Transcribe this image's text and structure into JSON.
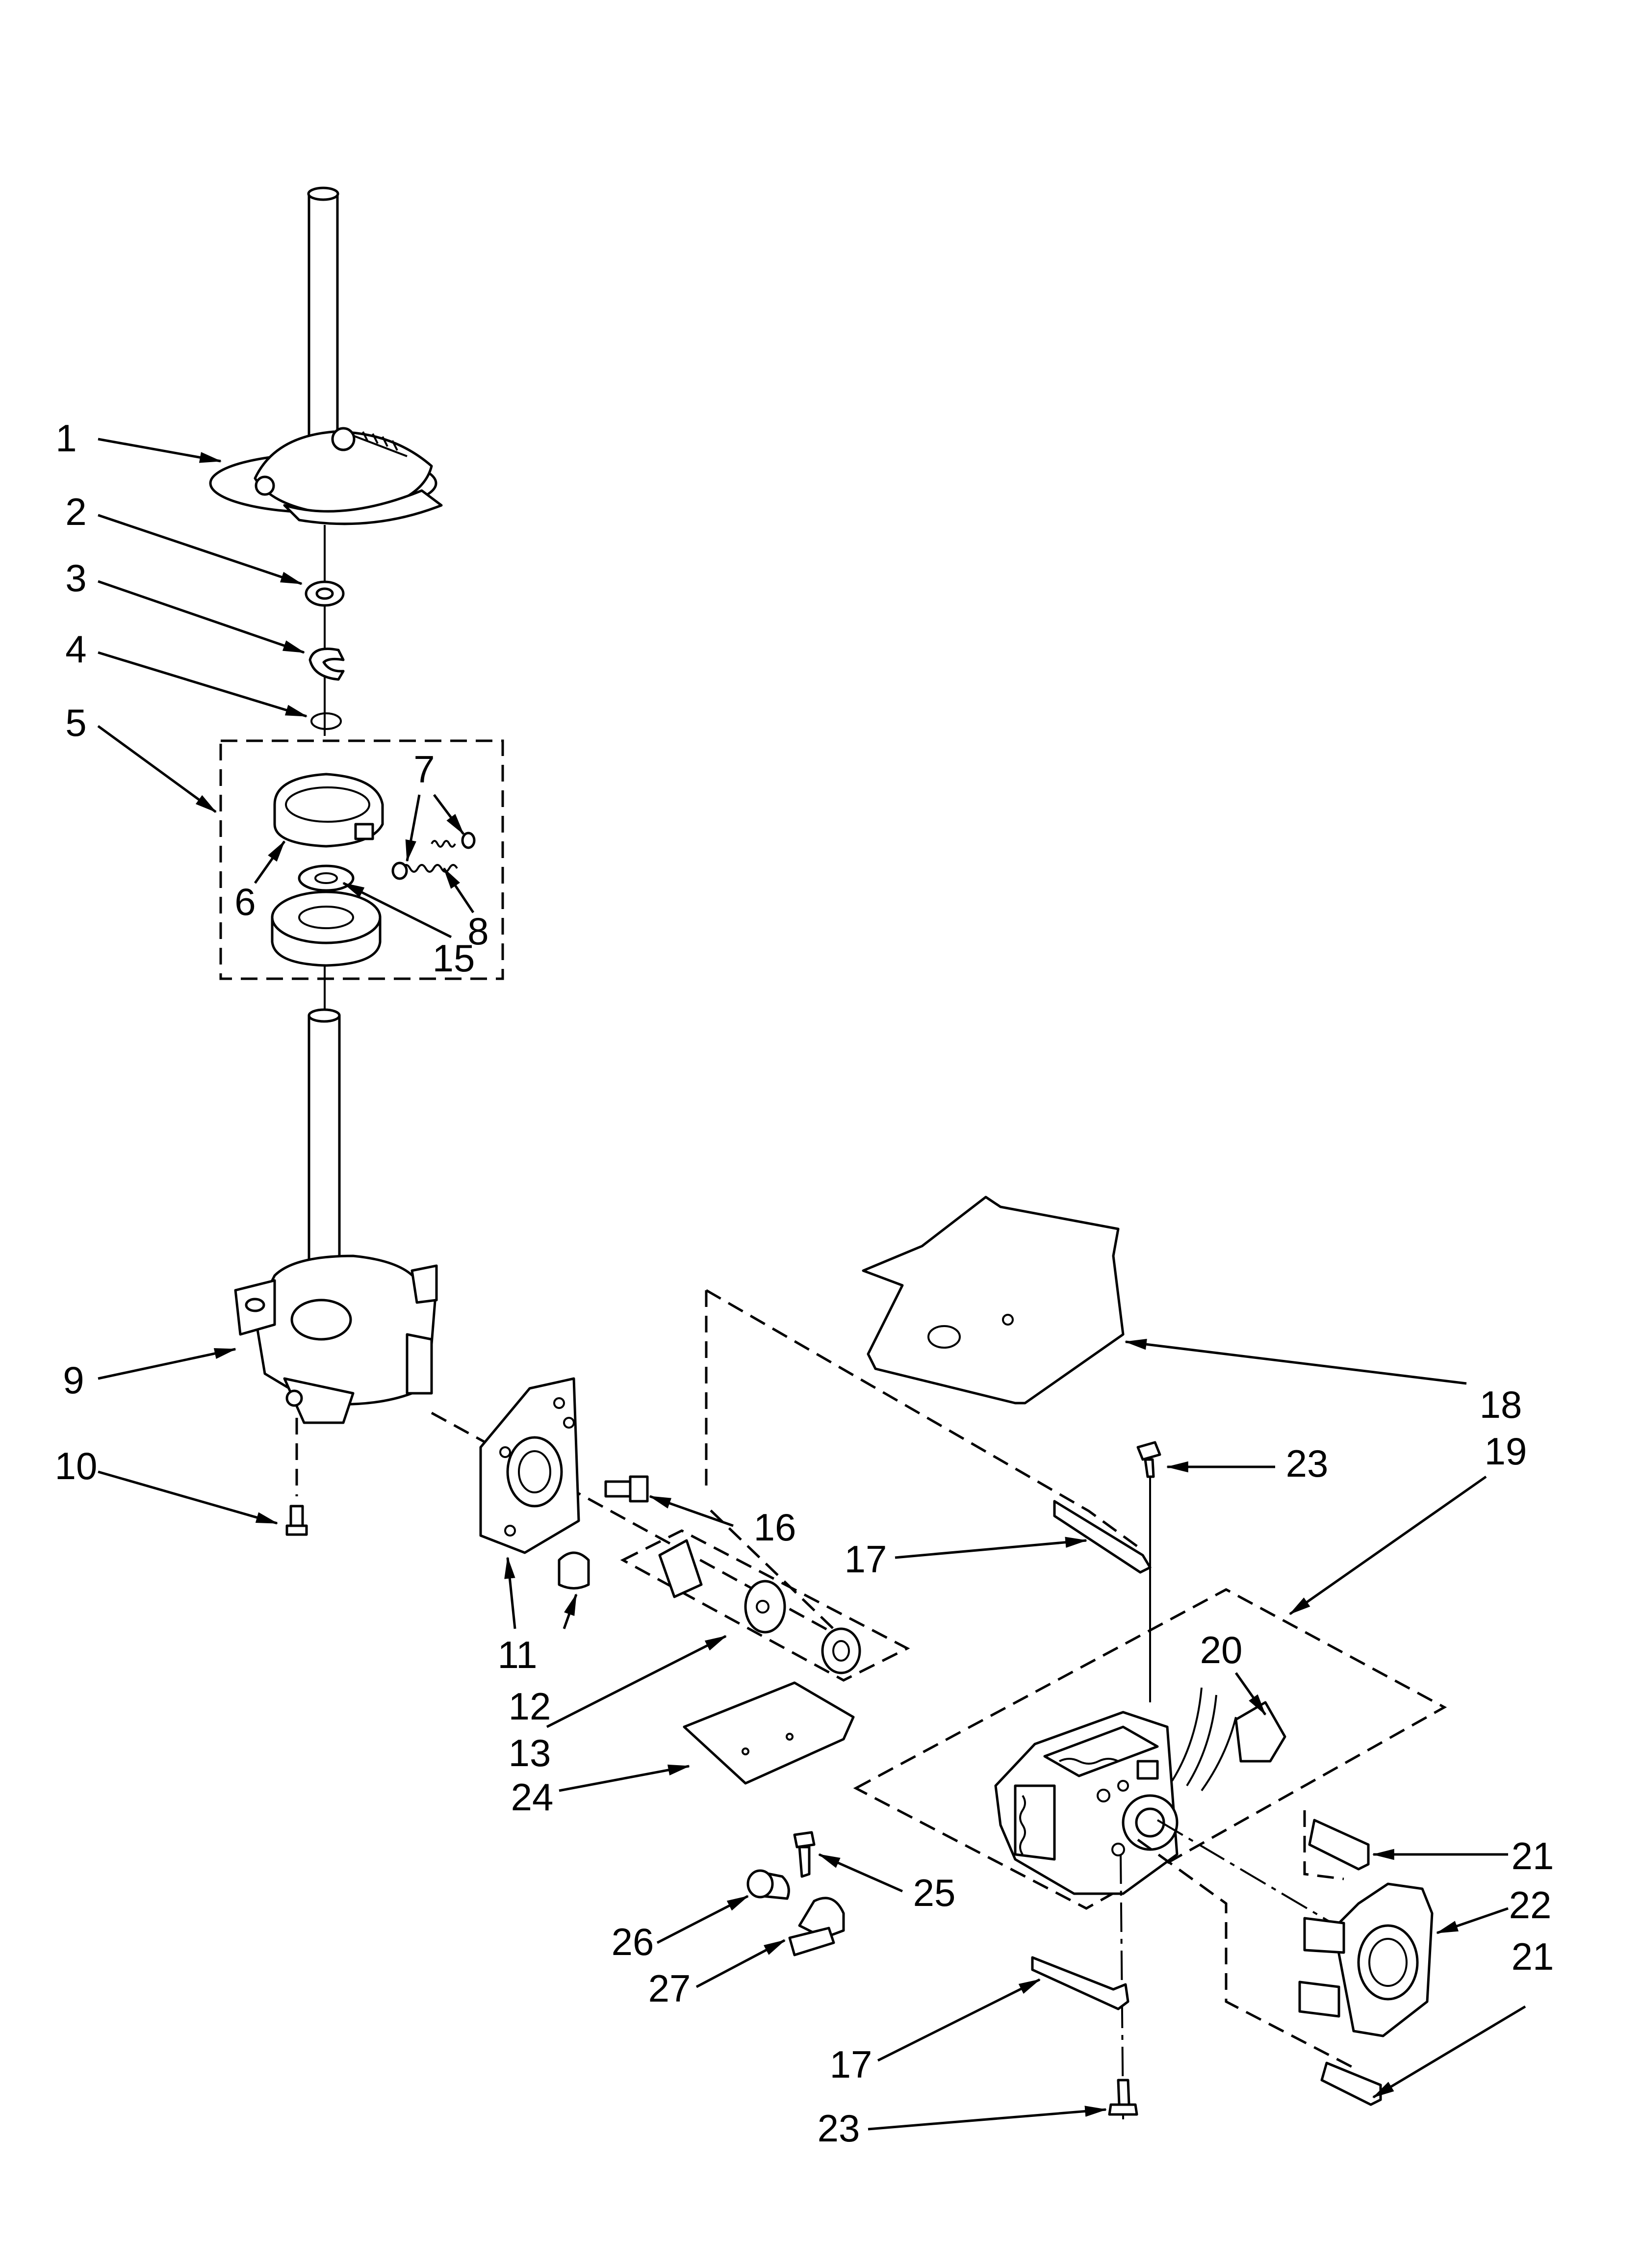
{
  "diagram": {
    "callouts": [
      {
        "id": "c1",
        "label": "1"
      },
      {
        "id": "c2",
        "label": "2"
      },
      {
        "id": "c3",
        "label": "3"
      },
      {
        "id": "c4",
        "label": "4"
      },
      {
        "id": "c5",
        "label": "5"
      },
      {
        "id": "c6",
        "label": "6"
      },
      {
        "id": "c7",
        "label": "7"
      },
      {
        "id": "c8",
        "label": "8"
      },
      {
        "id": "c15",
        "label": "15"
      },
      {
        "id": "c9",
        "label": "9"
      },
      {
        "id": "c10",
        "label": "10"
      },
      {
        "id": "c11",
        "label": "11"
      },
      {
        "id": "c12",
        "label": "12"
      },
      {
        "id": "c13",
        "label": "13"
      },
      {
        "id": "c16",
        "label": "16"
      },
      {
        "id": "c17a",
        "label": "17"
      },
      {
        "id": "c18",
        "label": "18"
      },
      {
        "id": "c19",
        "label": "19"
      },
      {
        "id": "c20",
        "label": "20"
      },
      {
        "id": "c23a",
        "label": "23"
      },
      {
        "id": "c24",
        "label": "24"
      },
      {
        "id": "c25",
        "label": "25"
      },
      {
        "id": "c26",
        "label": "26"
      },
      {
        "id": "c27",
        "label": "27"
      },
      {
        "id": "c21a",
        "label": "21"
      },
      {
        "id": "c22",
        "label": "22"
      },
      {
        "id": "c21b",
        "label": "21"
      },
      {
        "id": "c17b",
        "label": "17"
      },
      {
        "id": "c23b",
        "label": "23"
      }
    ]
  }
}
